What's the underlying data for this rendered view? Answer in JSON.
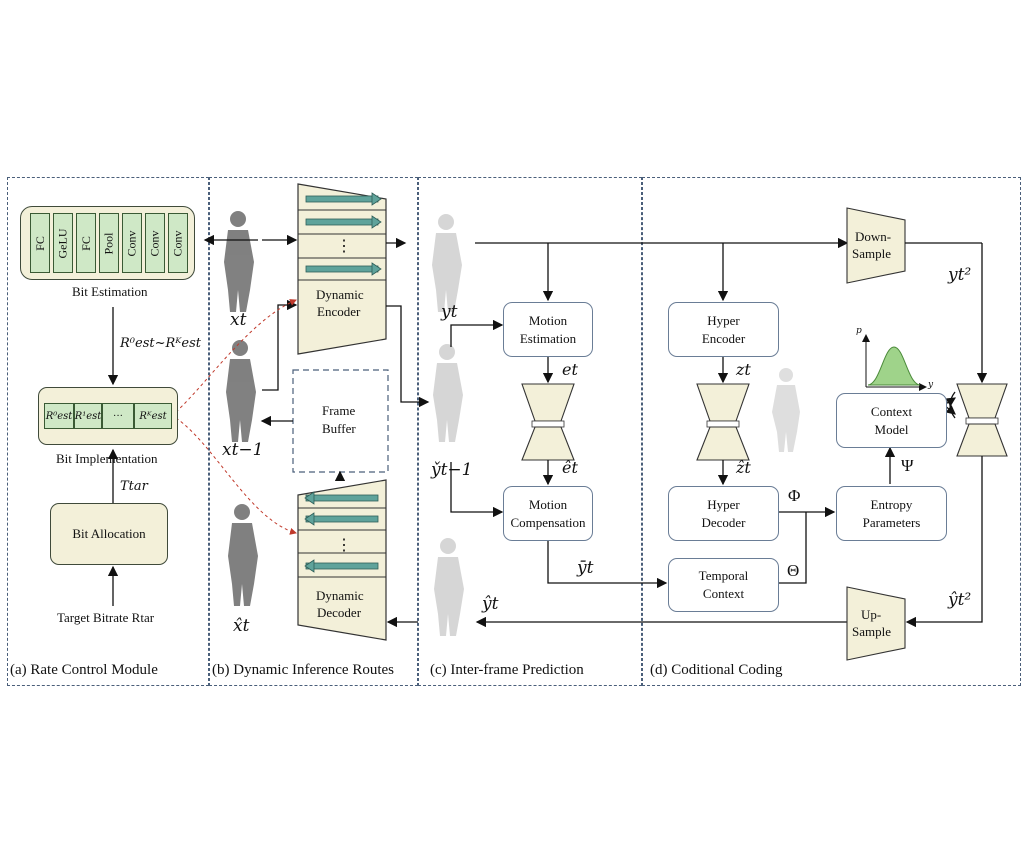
{
  "panels": {
    "a": {
      "label": "(a) Rate Control Module"
    },
    "b": {
      "label": "(b) Dynamic Inference Routes"
    },
    "c": {
      "label": "(c) Inter-frame Prediction"
    },
    "d": {
      "label": "(d) Coditional Coding"
    }
  },
  "rate_control": {
    "layers": [
      "FC",
      "GeLU",
      "FC",
      "Pool",
      "Conv",
      "Conv",
      "Conv"
    ],
    "bit_estimation_label": "Bit Estimation",
    "range_label": "R⁰est~Rᴷest",
    "implementation_slots": [
      "R⁰est",
      "R¹est",
      "···",
      "Rᴷest"
    ],
    "bit_implementation_label": "Bit Implementation",
    "t_tar_label": "Ttar",
    "bit_allocation_label": "Bit Allocation",
    "target_bitrate_label": "Target Bitrate Rtar"
  },
  "routes": {
    "encoder_label": [
      "Dynamic",
      "Encoder"
    ],
    "decoder_label": [
      "Dynamic",
      "Decoder"
    ],
    "frame_buffer_label": [
      "Frame",
      "Buffer"
    ],
    "x_t": "xt",
    "x_t_minus_1": "xt−1",
    "x_hat_t": "x̂t",
    "encoder_dots": "⋮",
    "decoder_dots": "⋮"
  },
  "inter_frame": {
    "y_t": "yt",
    "y_check_prev": "y̌t−1",
    "motion_estimation": [
      "Motion",
      "Estimation"
    ],
    "e_t": "et",
    "e_hat_t": "êt",
    "motion_compensation": [
      "Motion",
      "Compensation"
    ],
    "y_bar_t": "ȳt",
    "y_hat_t": "ŷt"
  },
  "conditional": {
    "hyper_encoder": [
      "Hyper",
      "Encoder"
    ],
    "z_t": "zt",
    "z_hat_t": "ẑt",
    "hyper_decoder": [
      "Hyper",
      "Decoder"
    ],
    "phi": "Φ",
    "temporal_context": [
      "Temporal",
      "Context"
    ],
    "theta": "Θ",
    "down_sample": [
      "Down-",
      "Sample"
    ],
    "y_t_sq": "yt²",
    "context_model": [
      "Context",
      "Model"
    ],
    "psi": "Ψ",
    "entropy_parameters": [
      "Entropy",
      "Parameters"
    ],
    "up_sample": [
      "Up-",
      "Sample"
    ],
    "y_hat_t_sq": "ŷt²",
    "plot_axis_p": "p",
    "plot_axis_y": "y"
  },
  "colors": {
    "panel_border": "#4a5f7a",
    "cream": "#f3f0d9",
    "green": "#cfe8c6",
    "teal_arrow": "#5fa39b",
    "red_dashed": "#c0392b"
  }
}
